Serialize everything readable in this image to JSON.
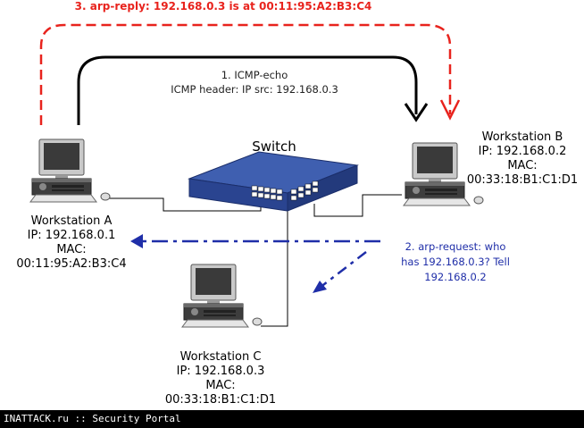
{
  "messages": {
    "arp_reply": "3. arp-reply: 192.168.0.3 is at 00:11:95:A2:B3:C4",
    "icmp_line1": "1. ICMP-echo",
    "icmp_line2": "ICMP header: IP src: 192.168.0.3",
    "arp_request_line1": "2. arp-request: who",
    "arp_request_line2": "has 192.168.0.3? Tell",
    "arp_request_line3": "192.168.0.2"
  },
  "switch": {
    "label": "Switch"
  },
  "workstations": {
    "a": {
      "name": "Workstation A",
      "ip": "IP: 192.168.0.1",
      "mac_label": "MAC:",
      "mac": "00:11:95:A2:B3:C4"
    },
    "b": {
      "name": "Workstation B",
      "ip": "IP: 192.168.0.2",
      "mac_label": "MAC:",
      "mac": "00:33:18:B1:C1:D1"
    },
    "c": {
      "name": "Workstation C",
      "ip": "IP: 192.168.0.3",
      "mac_label": "MAC:",
      "mac": "00:33:18:B1:C1:D1"
    }
  },
  "footer": {
    "text": "INATTACK.ru :: Security Portal"
  },
  "colors": {
    "reply": "#e8231d",
    "request": "#1f2ea8",
    "echo": "#000000"
  }
}
